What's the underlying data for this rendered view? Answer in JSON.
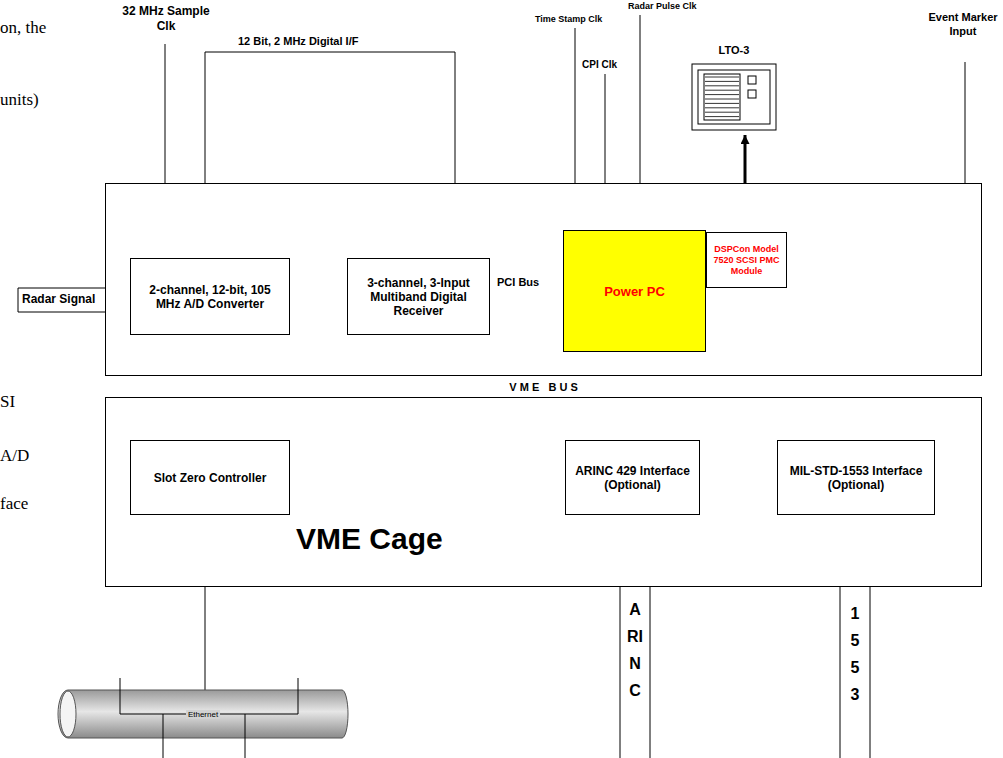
{
  "diagram": {
    "nodes": [
      {
        "text": [
          "VME Cage"
        ]
      },
      {
        "text": [
          "2-channel, 12-bit, 105 MHz A/D Converter"
        ],
        "in": 0
      },
      {
        "text": [
          "3-channel, 3-Input Multiband Digital Receiver"
        ],
        "in": 0
      },
      {
        "text": [
          "Power PC"
        ],
        "in": 0
      },
      {
        "text": [
          "DSPCon Model 7520 SCSI PMC Module"
        ],
        "in": 0
      },
      {
        "text": [
          "V M E   B U S"
        ],
        "in": 0
      },
      {
        "text": [
          "Slot Zero Controller"
        ],
        "in": 0
      },
      {
        "text": [
          "ARINC 429 Interface (Optional)"
        ],
        "in": 0
      },
      {
        "text": [
          "MIL-STD-1553 Interface (Optional)"
        ],
        "in": 0
      },
      {
        "text": [
          "LTO-3"
        ]
      },
      {
        "text": [
          "Ethernet"
        ]
      }
    ],
    "edges": [
      {
        "from": 1,
        "to": 2,
        "label": "12 Bit, 2 MHz Digital I/F",
        "arrow": "to"
      },
      {
        "from": 2,
        "to": 3,
        "label": "PCI Bus",
        "arrow": "to"
      },
      {
        "from": 9,
        "to": 4,
        "arrow": "both"
      },
      {
        "from": 1,
        "to": 5,
        "arrow": "none"
      },
      {
        "from": 3,
        "to": 5,
        "arrow": "none"
      },
      {
        "from": 6,
        "to": 5,
        "arrow": "none"
      },
      {
        "from": 7,
        "to": 5,
        "arrow": "none"
      },
      {
        "from": 8,
        "to": 5,
        "arrow": "none"
      },
      {
        "from": 6,
        "to": 10,
        "arrow": "none"
      }
    ],
    "labels": [
      "on, the",
      "units)",
      "SI",
      "A/D",
      "face",
      "32 MHz Sample Clk",
      "Time Stamp Clk",
      "Radar Pulse Clk",
      "CPI Clk",
      "Event Marker Input",
      "Radar Signal",
      "ARINC",
      "1553"
    ]
  }
}
